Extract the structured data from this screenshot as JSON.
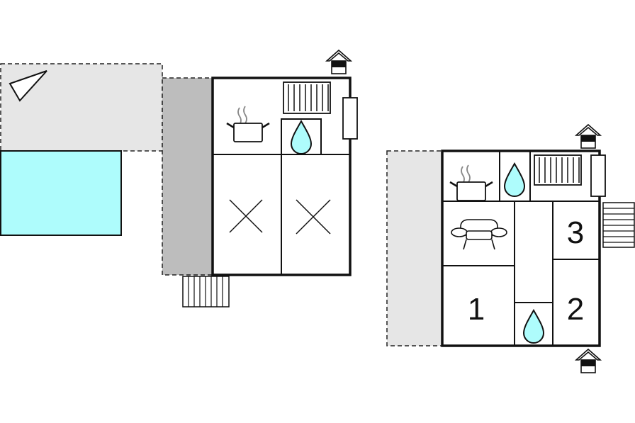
{
  "colors": {
    "wall": "#111111",
    "terrace": "#e6e6e6",
    "carport": "#bdbdbd",
    "pool": "#aefcfc",
    "water": "#aefcfc",
    "line": "#222222"
  },
  "icons": {
    "entrance": "house-entrance-icon",
    "kitchen": "cooking-pot-icon",
    "bathroom": "water-drop-icon",
    "bed": "bed-cross-icon",
    "living": "sofa-icon",
    "radiator": "radiator-icon",
    "stairs": "stairs-icon",
    "compass": "north-arrow-icon"
  },
  "building_b": {
    "rooms": [
      {
        "label": "1"
      },
      {
        "label": "2"
      },
      {
        "label": "3"
      }
    ]
  }
}
